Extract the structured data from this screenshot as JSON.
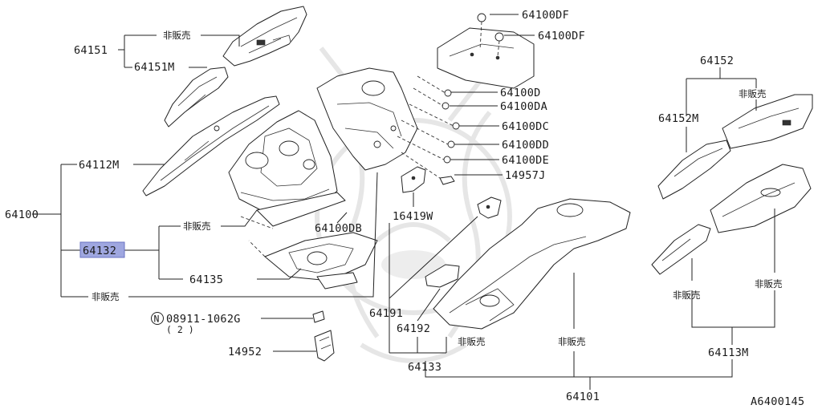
{
  "diagram_id": "A6400145",
  "labels": {
    "p64151": "64151",
    "p64151_ns": "非販売",
    "p64151M": "64151M",
    "p64112M": "64112M",
    "p64100": "64100",
    "p64132": "64132",
    "p64132_ns": "非販売",
    "p64135": "64135",
    "p64100_ns": "非販売",
    "p64100DB": "64100DB",
    "p64100DF_a": "64100DF",
    "p64100DF_b": "64100DF",
    "p64100D": "64100D",
    "p64100DA": "64100DA",
    "p64100DC": "64100DC",
    "p64100DD": "64100DD",
    "p64100DE": "64100DE",
    "p14957J": "14957J",
    "p16419W": "16419W",
    "p64152": "64152",
    "p64152_ns": "非販売",
    "p64152M": "64152M",
    "p64113M_ns_left": "非販売",
    "p64113M_ns_right": "非販売",
    "p64113M": "64113M",
    "p64101": "64101",
    "p64101_ns": "非販売",
    "p64191": "64191",
    "p64192": "64192",
    "p64133_ns": "非販売",
    "p64133": "64133",
    "bolt_prefix": "N",
    "bolt": "08911-1062G",
    "bolt_qty": "( 2 )",
    "p14952": "14952"
  }
}
